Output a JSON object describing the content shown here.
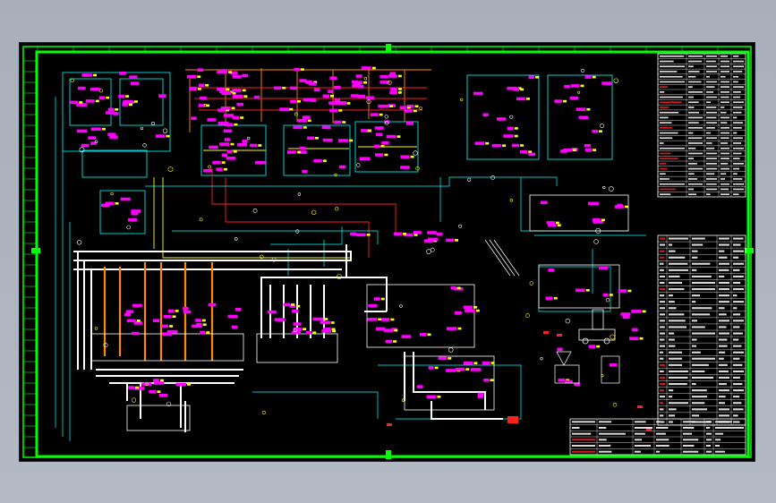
{
  "drawing": {
    "background_color": "#000000",
    "frame_color": "#00ff00",
    "line_colors": {
      "cyan": "#00ffff",
      "magenta": "#ff00ff",
      "yellow": "#ffff00",
      "red": "#ff2020",
      "white": "#ffffff",
      "orange": "#ff8a00",
      "green": "#00ff00"
    },
    "legend_table": {
      "rows": 28,
      "columns": 5
    },
    "notes_table": {
      "rows": 30,
      "columns": 5
    },
    "title_block": {
      "rows": 6,
      "columns": 7
    }
  }
}
